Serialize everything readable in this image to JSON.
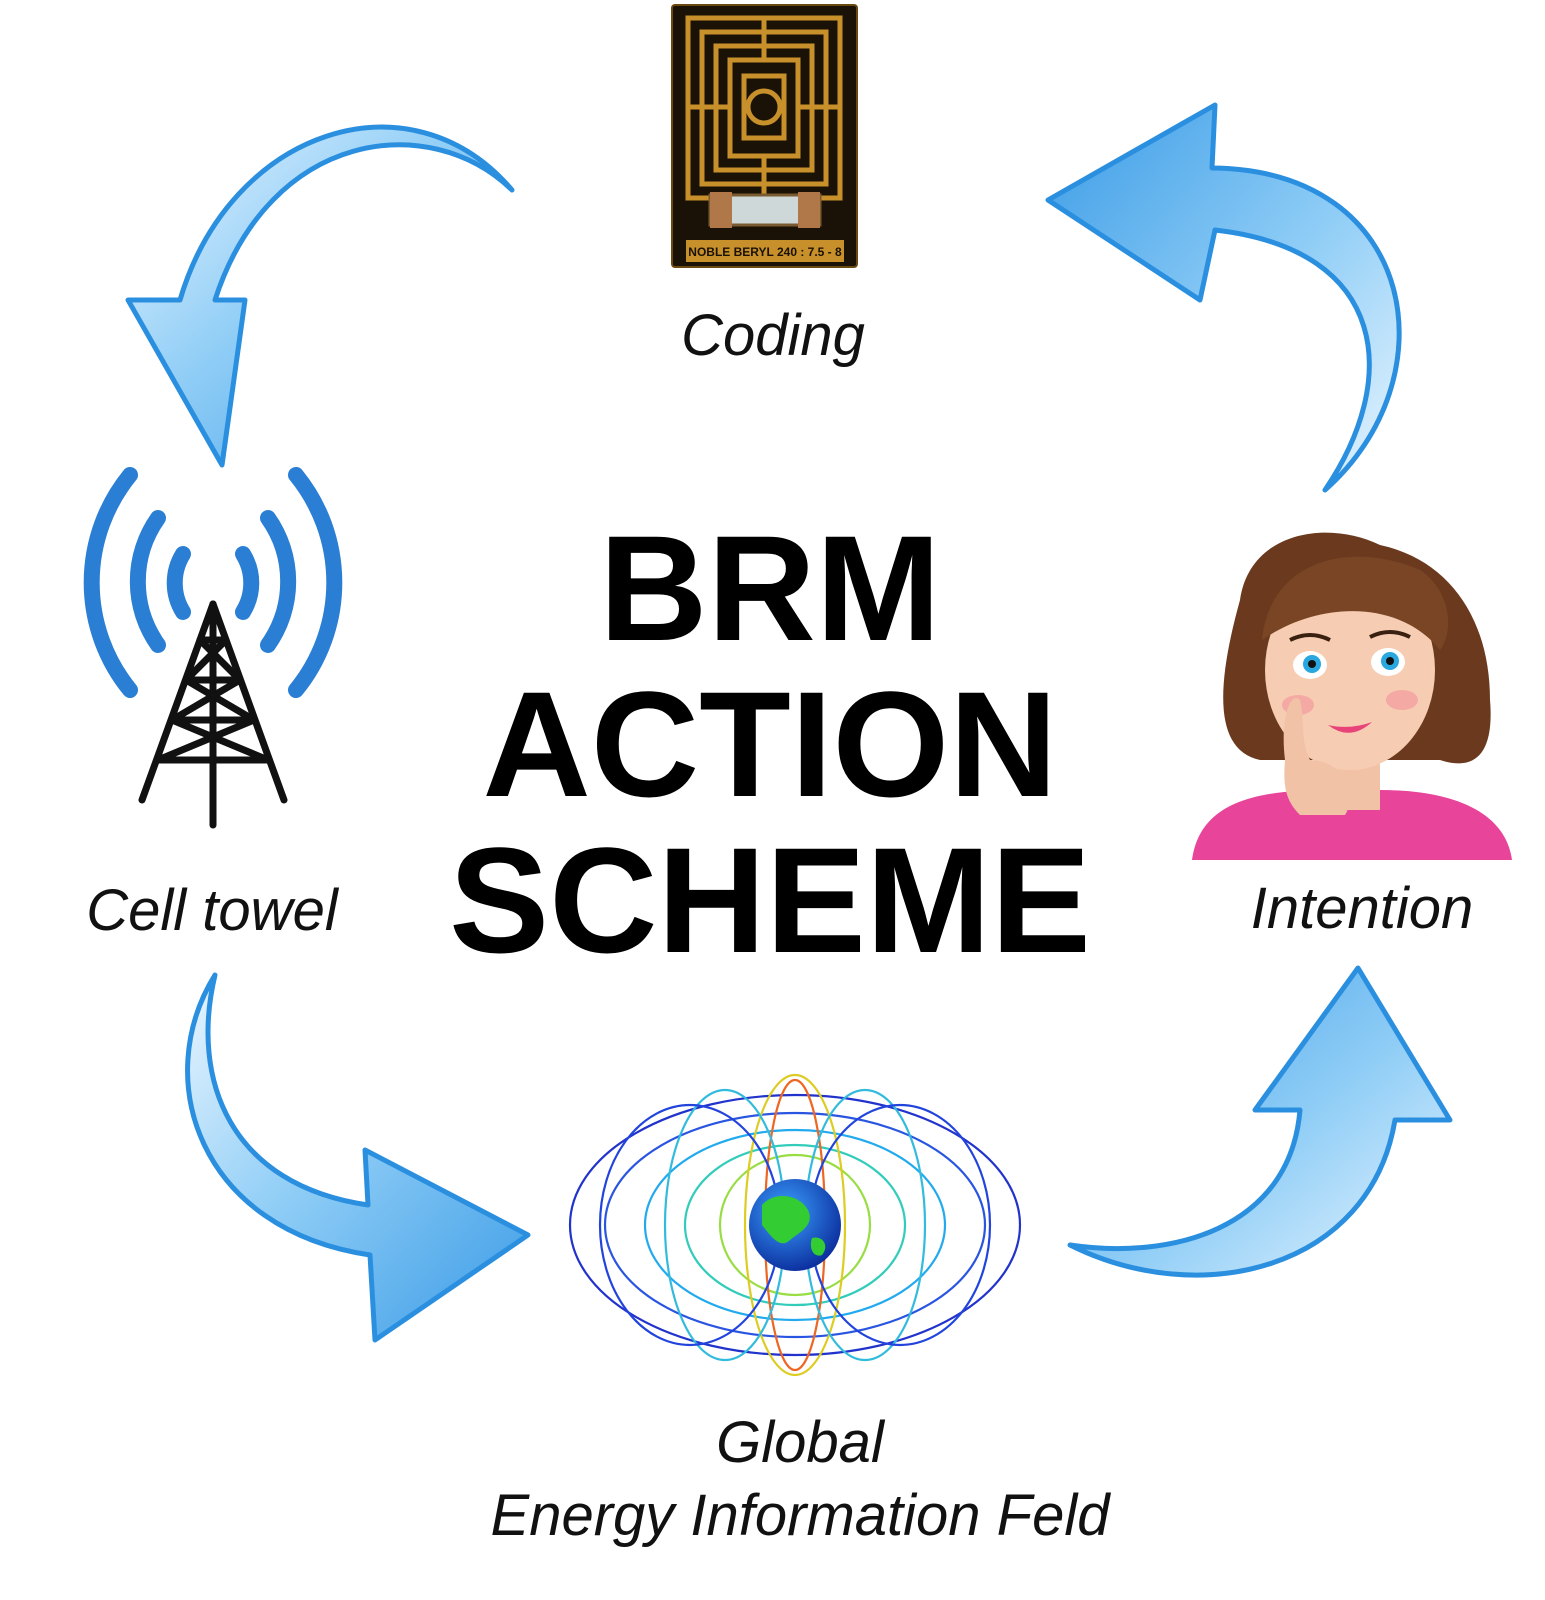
{
  "title": {
    "line1": "BRM",
    "line2": "ACTION",
    "line3": "SCHEME"
  },
  "nodes": {
    "coding": {
      "label": "Coding",
      "chip_text": "NOBLE BERYL 240 : 7.5 - 8"
    },
    "intention": {
      "label": "Intention"
    },
    "cell": {
      "label": "Cell towel"
    },
    "field": {
      "line1": "Global",
      "line2": "Energy Information Feld"
    }
  },
  "colors": {
    "arrow_light": "#bfe3fb",
    "arrow_mid": "#6ab8ef",
    "arrow_dark": "#2b8fe0",
    "signal_blue": "#2a7fd4",
    "chip_gold": "#c8902a",
    "chip_dark": "#1a1206"
  },
  "icons": [
    "curved-arrow-icon",
    "cell-tower-icon",
    "chip-icon",
    "woman-thinking-icon",
    "globe-field-icon"
  ]
}
